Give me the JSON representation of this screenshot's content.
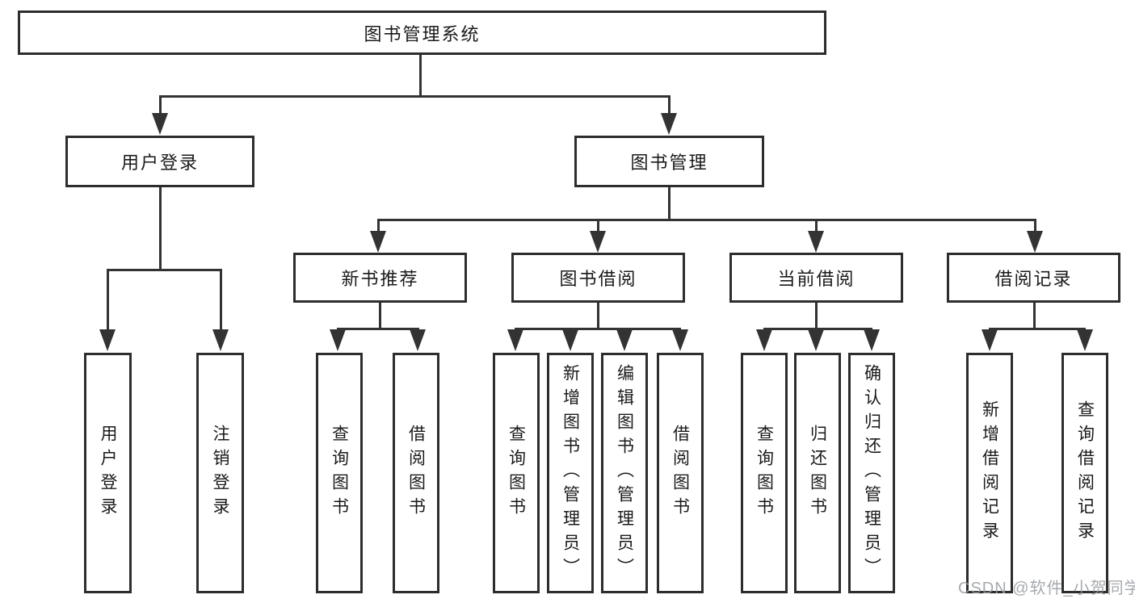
{
  "diagram": {
    "root": {
      "label": "图书管理系统"
    },
    "level2": {
      "user_login": {
        "label": "用户登录"
      },
      "book_mgmt": {
        "label": "图书管理"
      }
    },
    "level3": {
      "new_rec": {
        "label": "新书推荐"
      },
      "borrow": {
        "label": "图书借阅"
      },
      "current": {
        "label": "当前借阅"
      },
      "records": {
        "label": "借阅记录"
      }
    },
    "leaves": {
      "login": "用户登录",
      "logout": "注销登录",
      "rec_query": "查询图书",
      "rec_borrow": "借阅图书",
      "borrow_query": "查询图书",
      "borrow_add": "新增图书（管理员）",
      "borrow_edit": "编辑图书（管理员）",
      "borrow_lend": "借阅图书",
      "current_query": "查询图书",
      "current_return": "归还图书",
      "current_confirm": "确认归还（管理员）",
      "records_add": "新增借阅记录",
      "records_query": "查询借阅记录"
    },
    "watermark": "CSDN @软件_小贺同学",
    "colors": {
      "line": "#333333",
      "box_border": "#2d2d2d",
      "text": "#1a1a1a",
      "watermark": "#969ba0"
    }
  }
}
